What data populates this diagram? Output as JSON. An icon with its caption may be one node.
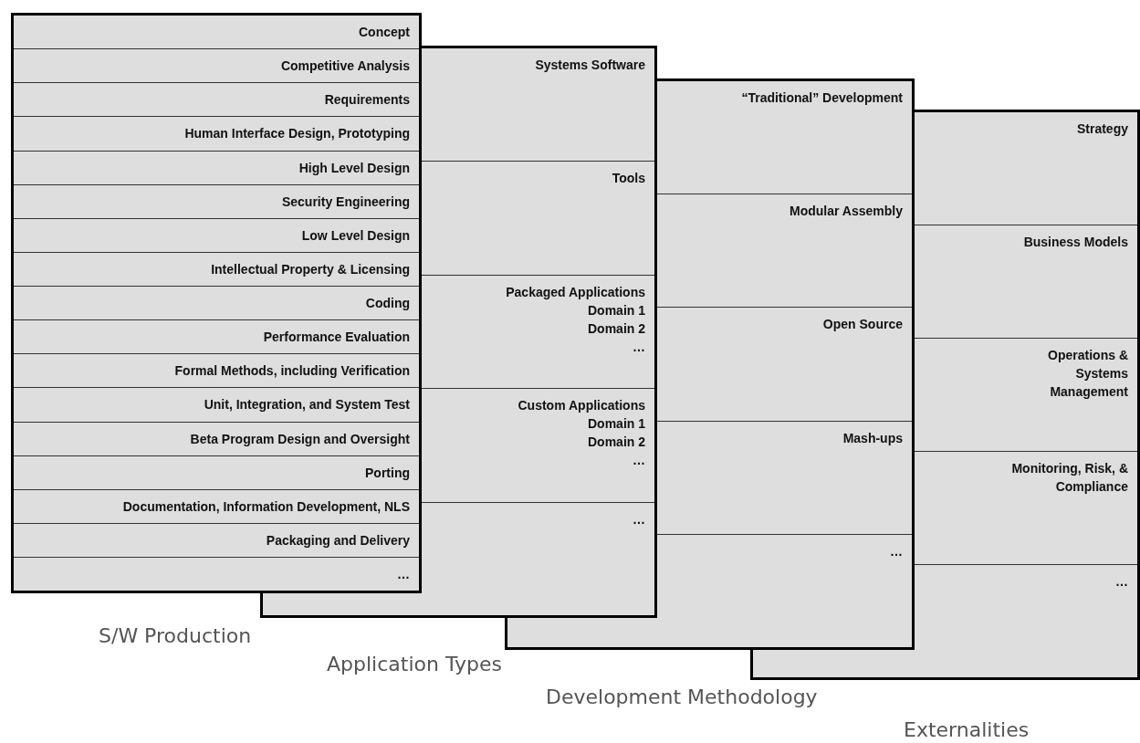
{
  "diagram": {
    "nodes": [
      {
        "text": [],
        "shape": "box",
        "beside": [
          "S/W Production"
        ]
      },
      {
        "text": [
          "Concept"
        ],
        "in": 0
      },
      {
        "text": [
          "Competitive Analysis"
        ],
        "in": 0
      },
      {
        "text": [
          "Requirements"
        ],
        "in": 0
      },
      {
        "text": [
          "Human Interface Design, Prototyping"
        ],
        "in": 0
      },
      {
        "text": [
          "High Level Design"
        ],
        "in": 0
      },
      {
        "text": [
          "Security Engineering"
        ],
        "in": 0
      },
      {
        "text": [
          "Low Level Design"
        ],
        "in": 0
      },
      {
        "text": [
          "Intellectual Property & Licensing"
        ],
        "in": 0
      },
      {
        "text": [
          "Coding"
        ],
        "in": 0
      },
      {
        "text": [
          "Performance Evaluation"
        ],
        "in": 0
      },
      {
        "text": [
          "Formal Methods, including Verification"
        ],
        "in": 0
      },
      {
        "text": [
          "Unit, Integration, and System Test"
        ],
        "in": 0
      },
      {
        "text": [
          "Beta Program Design and Oversight"
        ],
        "in": 0
      },
      {
        "text": [
          "Porting"
        ],
        "in": 0
      },
      {
        "text": [
          "Documentation, Information Development, NLS"
        ],
        "in": 0
      },
      {
        "text": [
          "Packaging and Delivery"
        ],
        "in": 0
      },
      {
        "text": [
          "…"
        ],
        "in": 0
      },
      {
        "text": [],
        "shape": "box",
        "beside": [
          "Application Types"
        ]
      },
      {
        "text": [
          "Systems Software"
        ],
        "in": 18
      },
      {
        "text": [
          "Tools"
        ],
        "in": 18
      },
      {
        "text": [
          "Packaged Applications",
          "Domain 1",
          "Domain 2",
          "…"
        ],
        "in": 18
      },
      {
        "text": [
          "Custom Applications",
          "Domain 1",
          "Domain 2",
          "…"
        ],
        "in": 18
      },
      {
        "text": [
          "…"
        ],
        "in": 18
      },
      {
        "text": [],
        "shape": "box",
        "beside": [
          "Development Methodology"
        ]
      },
      {
        "text": [
          "“Traditional” Development"
        ],
        "in": 24
      },
      {
        "text": [
          "Modular Assembly"
        ],
        "in": 24
      },
      {
        "text": [
          "Open Source"
        ],
        "in": 24
      },
      {
        "text": [
          "Mash-ups"
        ],
        "in": 24
      },
      {
        "text": [
          "…"
        ],
        "in": 24
      },
      {
        "text": [],
        "shape": "box",
        "beside": [
          "Externalities"
        ]
      },
      {
        "text": [
          "Strategy"
        ],
        "in": 30
      },
      {
        "text": [
          "Business Models"
        ],
        "in": 30
      },
      {
        "text": [
          "Operations & Systems Management"
        ],
        "in": 30
      },
      {
        "text": [
          "Monitoring, Risk, & Compliance"
        ],
        "in": 30
      },
      {
        "text": [
          "…"
        ],
        "in": 30
      }
    ]
  }
}
